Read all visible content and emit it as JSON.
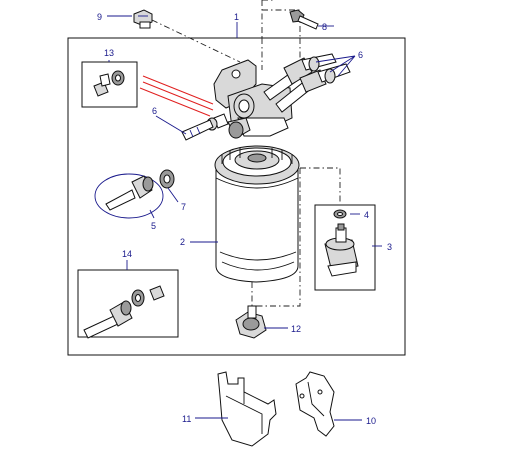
{
  "callouts": {
    "c1": "1",
    "c2": "2",
    "c3": "3",
    "c4": "4",
    "c5": "5",
    "c6a": "6",
    "c6b": "6",
    "c7": "7",
    "c8": "8",
    "c9": "9",
    "c10": "10",
    "c11": "11",
    "c12": "12",
    "c13": "13",
    "c14": "14"
  },
  "colors": {
    "callout": "#1a1a8c",
    "highlight": "#e02020",
    "outline": "#111111"
  }
}
